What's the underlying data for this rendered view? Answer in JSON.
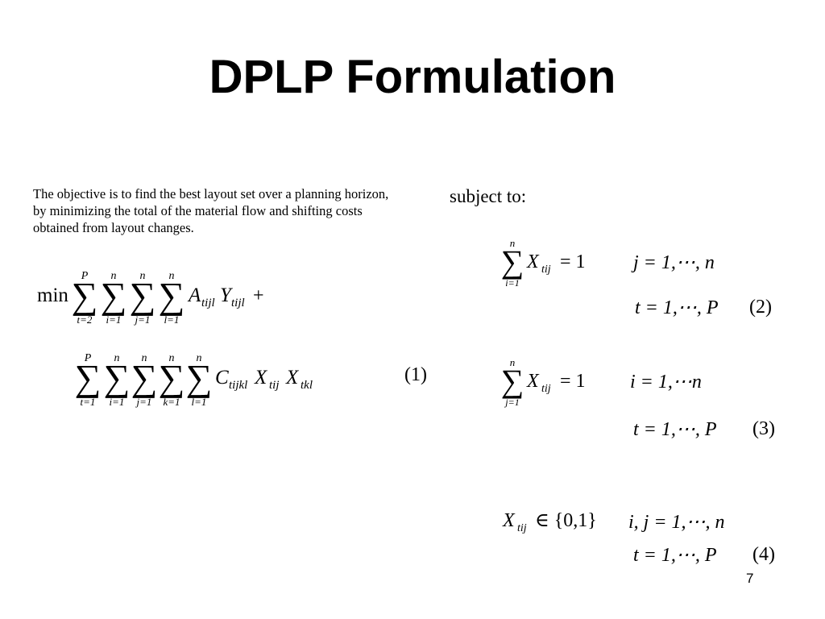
{
  "slide": {
    "title": "DPLP Formulation",
    "intro_lines": [
      "The objective is to find the best layout set over a planning horizon,",
      "by minimizing the total of the material flow and shifting costs",
      "obtained from layout changes."
    ],
    "subject_to": "subject to:",
    "page_number": "7"
  },
  "objective": {
    "min_label": "min",
    "row1": {
      "sums": [
        {
          "upper": "P",
          "lower": "t=2"
        },
        {
          "upper": "n",
          "lower": "i=1"
        },
        {
          "upper": "n",
          "lower": "j=1"
        },
        {
          "upper": "n",
          "lower": "l=1"
        }
      ],
      "term": [
        {
          "base": "A",
          "sub": "tijl"
        },
        {
          "base": "Y",
          "sub": "tijl"
        }
      ],
      "plus": "+"
    },
    "row2": {
      "sums": [
        {
          "upper": "P",
          "lower": "t=1"
        },
        {
          "upper": "n",
          "lower": "i=1"
        },
        {
          "upper": "n",
          "lower": "j=1"
        },
        {
          "upper": "n",
          "lower": "k=1"
        },
        {
          "upper": "n",
          "lower": "l=1"
        }
      ],
      "term": [
        {
          "base": "C",
          "sub": "tijkl"
        },
        {
          "base": "X",
          "sub": "tij"
        },
        {
          "base": "X",
          "sub": "tkl"
        }
      ]
    },
    "number": "(1)"
  },
  "constraints": [
    {
      "sum": {
        "upper": "n",
        "lower": "i=1"
      },
      "term": {
        "base": "X",
        "sub": "tij"
      },
      "rhs": "= 1",
      "cond1": "j = 1,⋯, n",
      "cond2": "t = 1,⋯, P",
      "number": "(2)"
    },
    {
      "sum": {
        "upper": "n",
        "lower": "j=1"
      },
      "term": {
        "base": "X",
        "sub": "tij"
      },
      "rhs": "= 1",
      "cond1": "i = 1,⋯n",
      "cond2": "t = 1,⋯, P",
      "number": "(3)"
    },
    {
      "term": {
        "base": "X",
        "sub": "tij"
      },
      "rhs": "∈ {0,1}",
      "cond1": "i, j = 1,⋯, n",
      "cond2": "t = 1,⋯, P",
      "number": "(4)"
    }
  ]
}
